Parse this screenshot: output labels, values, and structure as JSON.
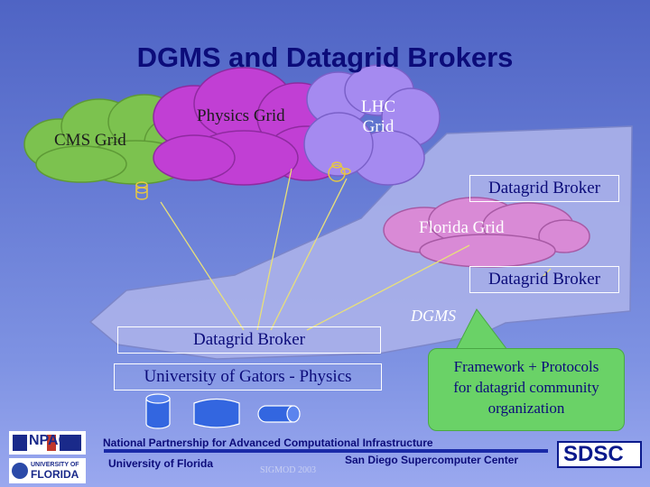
{
  "slide": {
    "title": "DGMS and Datagrid Brokers",
    "clouds": {
      "cms": "CMS Grid",
      "physics": "Physics Grid",
      "lhc_line1": "LHC",
      "lhc_line2": "Grid",
      "florida": "Florida Grid"
    },
    "brokers": {
      "top_right": "Datagrid Broker",
      "middle_right": "Datagrid Broker",
      "bottom_left": "Datagrid Broker"
    },
    "region_label": "DGMS",
    "university_box": "University of Gators - Physics",
    "callout": {
      "line1": "Framework + Protocols",
      "line2": "for datagrid community",
      "line3": "organization"
    },
    "footer": {
      "npaci_full": "National Partnership for Advanced Computational Infrastructure",
      "uf": "University of Florida",
      "sdsc_full": "San Diego Supercomputer Center",
      "conference": "SIGMOD 2003",
      "sdsc_logo": "SDSC",
      "npaci_logo": "NPACI",
      "uf_logo_line1": "UNIVERSITY OF",
      "uf_logo_line2": "FLORIDA"
    },
    "colors": {
      "background": "#5f74cf",
      "title": "#0c0c7a",
      "cms_cloud": "#7cc24f",
      "physics_cloud": "#c13fd4",
      "lhc_cloud": "#a58af0",
      "florida_cloud": "#d98ad6",
      "dgms_region": "#a9b0e8",
      "callout": "#6ad267"
    }
  }
}
